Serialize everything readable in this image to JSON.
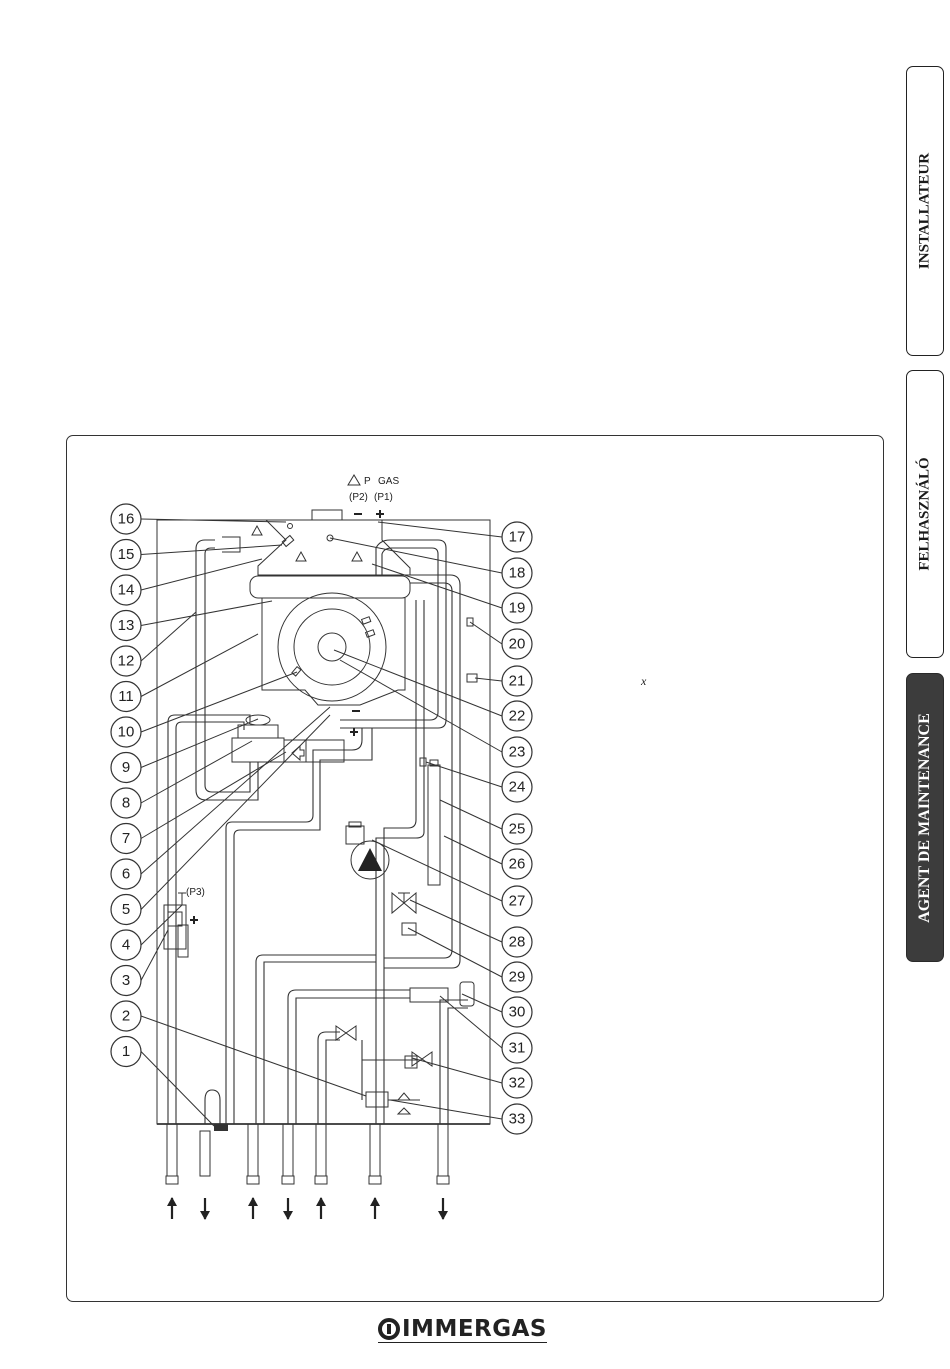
{
  "side_tabs": [
    {
      "label": "INSTALLATEUR",
      "active": false
    },
    {
      "label": "FELHASZNÁLÓ",
      "active": false
    },
    {
      "label": "AGENT DE MAINTENANCE",
      "active": true
    }
  ],
  "diagram": {
    "label_delta_p": "ΔP",
    "label_gas": "GAS",
    "label_p2": "(P2)",
    "label_p1": "(P1)",
    "label_p3": "(P3)",
    "stray_mark": "X",
    "callouts_left": [
      "16",
      "15",
      "14",
      "13",
      "12",
      "11",
      "10",
      "9",
      "8",
      "7",
      "6",
      "5",
      "4",
      "3",
      "2",
      "1"
    ],
    "callouts_right": [
      "17",
      "18",
      "19",
      "20",
      "21",
      "22",
      "23",
      "24",
      "25",
      "26",
      "27",
      "28",
      "29",
      "30",
      "31",
      "32",
      "33"
    ],
    "bottom_arrows": [
      "up",
      "down",
      "up",
      "down",
      "up",
      "up",
      "down"
    ]
  },
  "footer": {
    "brand": "IMMERGAS"
  },
  "colors": {
    "ink": "#222222",
    "active_tab": "#3c3c3c"
  }
}
